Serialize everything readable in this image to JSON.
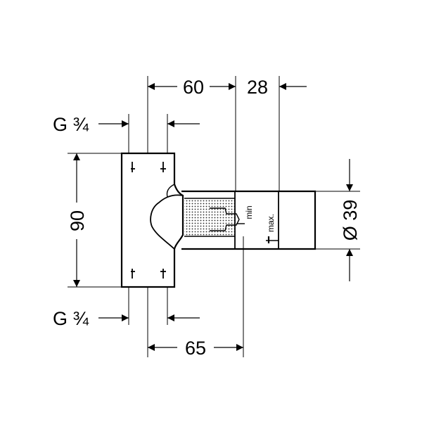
{
  "drawing": {
    "dim_top_left": "60",
    "dim_top_right": "28",
    "dim_height": "90",
    "dim_bottom": "65",
    "dim_diameter": "Ø 39",
    "thread_top": "G ¾",
    "thread_bottom": "G ¾",
    "label_min": "min",
    "label_max": "max."
  }
}
